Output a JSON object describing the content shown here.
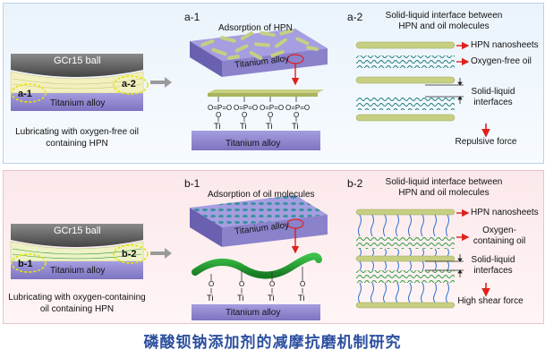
{
  "panel_a": {
    "ball_label": "GCr15 ball",
    "contact_left": "a-1",
    "contact_right": "a-2",
    "alloy_label": "Titanium alloy",
    "condition": [
      "Lubricating with oxygen-free oil",
      "containing HPN"
    ],
    "sub1": {
      "id": "a-1",
      "title": "Adsorption of HPN",
      "block_label": "Titanium alloy",
      "group_top": "O=P=O",
      "group_mid": "O",
      "atom": "Ti",
      "substrate": "Titanium alloy"
    },
    "sub2": {
      "id": "a-2",
      "title": [
        "Solid-liquid interface between",
        "HPN and oil molecules"
      ],
      "label_sheets": "HPN nanosheets",
      "label_oil": "Oxygen-free oil",
      "label_interface": [
        "Solid-liquid",
        "interfaces"
      ],
      "label_force": "Repulsive force"
    }
  },
  "panel_b": {
    "ball_label": "GCr15 ball",
    "contact_left": "b-1",
    "contact_right": "b-2",
    "alloy_label": "Titanium alloy",
    "condition": [
      "Lubricating with oxygen-containing",
      "oil containing HPN"
    ],
    "sub1": {
      "id": "b-1",
      "title": "Adsorption of oil molecules",
      "block_label": "Titanium alloy",
      "group_o": "O",
      "atom": "Ti",
      "substrate": "Titanium alloy"
    },
    "sub2": {
      "id": "b-2",
      "title": [
        "Solid-liquid interface between",
        "HPN and oil molecules"
      ],
      "label_sheets": "HPN nanosheets",
      "label_oil": [
        "Oxygen-",
        "containing oil"
      ],
      "label_interface": [
        "Solid-liquid",
        "interfaces"
      ],
      "label_force": "High shear force"
    }
  },
  "caption": "磷酸钡钠添加剂的减摩抗磨机制研究",
  "colors": {
    "ball": "#5f5f5f",
    "alloy": "#8f86c8",
    "alloy_dark": "#5e55a0",
    "sheet": "#c6cf82",
    "oil_free": "#1a7a78",
    "oil_o": "#2a9a3a",
    "tail": "#2d6fd0",
    "arrow": "#e0201c",
    "highlight": "#e6e600"
  }
}
